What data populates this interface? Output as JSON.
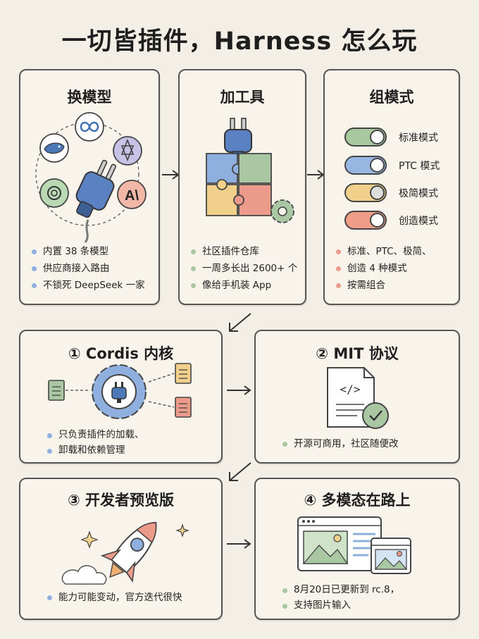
{
  "title": "一切皆插件，Harness 怎么玩",
  "top": {
    "models": {
      "title": "换模型",
      "badge_text": "A\\",
      "bullets": [
        "内置 38 条模型",
        "供应商接入路由",
        "不锁死 DeepSeek 一家"
      ]
    },
    "tools": {
      "title": "加工具",
      "bullets": [
        "社区插件仓库",
        "一周多长出 2600+ 个",
        "像给手机装 App"
      ]
    },
    "modes": {
      "title": "组模式",
      "toggles": [
        {
          "label": "标准模式",
          "color": "#a8c9a0"
        },
        {
          "label": "PTC 模式",
          "color": "#98b6e2"
        },
        {
          "label": "极简模式",
          "color": "#f0d08a"
        },
        {
          "label": "创造模式",
          "color": "#ef9c88"
        }
      ],
      "bullets": [
        "标准、PTC、极简、",
        "创造 4 种模式",
        "按需组合"
      ]
    }
  },
  "middle": {
    "cordis": {
      "title": "① Cordis 内核",
      "bullets": [
        "只负责插件的加载、",
        "卸载和依赖管理"
      ]
    },
    "mit": {
      "title": "② MIT 协议",
      "bullets": [
        "开源可商用，社区随便改"
      ]
    }
  },
  "bottom": {
    "preview": {
      "title": "③ 开发者预览版",
      "bullets": [
        "能力可能变动，官方迭代很快"
      ]
    },
    "multimodal": {
      "title": "④ 多模态在路上",
      "bullets": [
        "8月20日已更新到 rc.8，",
        "支持图片输入"
      ]
    }
  },
  "colors": {
    "blue": "#8fb0de",
    "green": "#a9c7a3",
    "yellow": "#f0d08a",
    "red": "#ec9b8a",
    "outline": "#444444"
  }
}
